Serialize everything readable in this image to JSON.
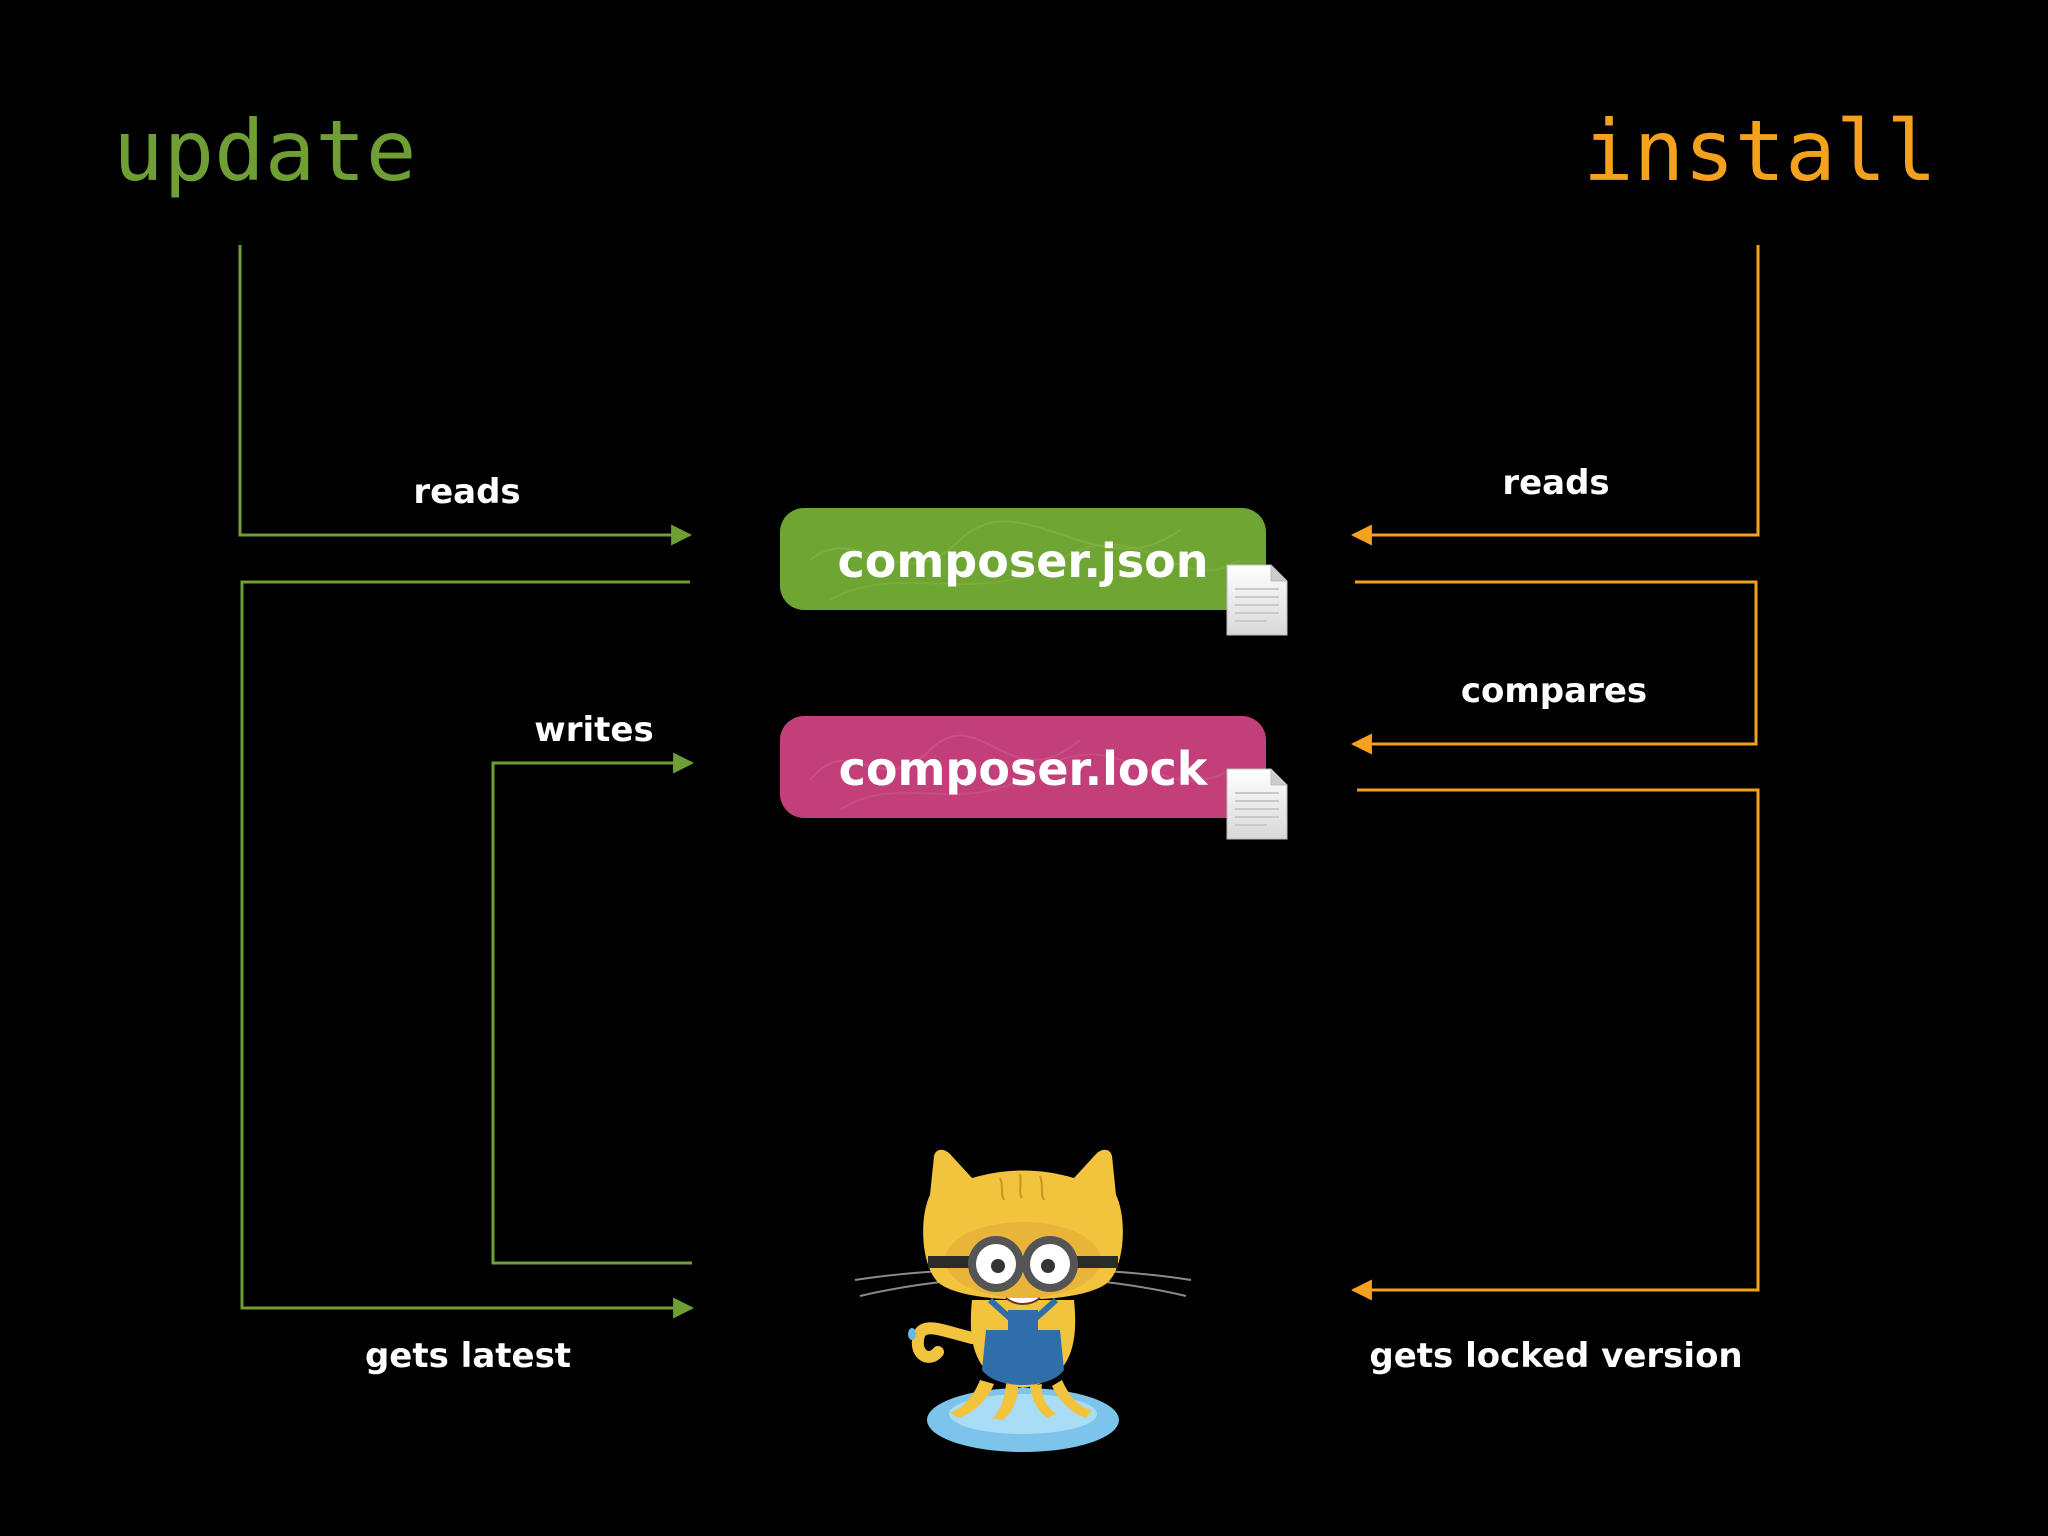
{
  "commands": {
    "update": {
      "label": "update",
      "color": "#6e9e34"
    },
    "install": {
      "label": "install",
      "color": "#f4a21d"
    }
  },
  "files": {
    "json": {
      "label": "composer.json",
      "color": "#6fa532",
      "icon": "document-icon"
    },
    "lock": {
      "label": "composer.lock",
      "color": "#c23f7a",
      "icon": "document-icon"
    }
  },
  "edges": {
    "update_reads": "reads",
    "update_writes": "writes",
    "update_gets": "gets latest",
    "install_reads": "reads",
    "install_compares": "compares",
    "install_gets": "gets locked version"
  },
  "mascot": {
    "icon": "octocat-minion-icon"
  }
}
